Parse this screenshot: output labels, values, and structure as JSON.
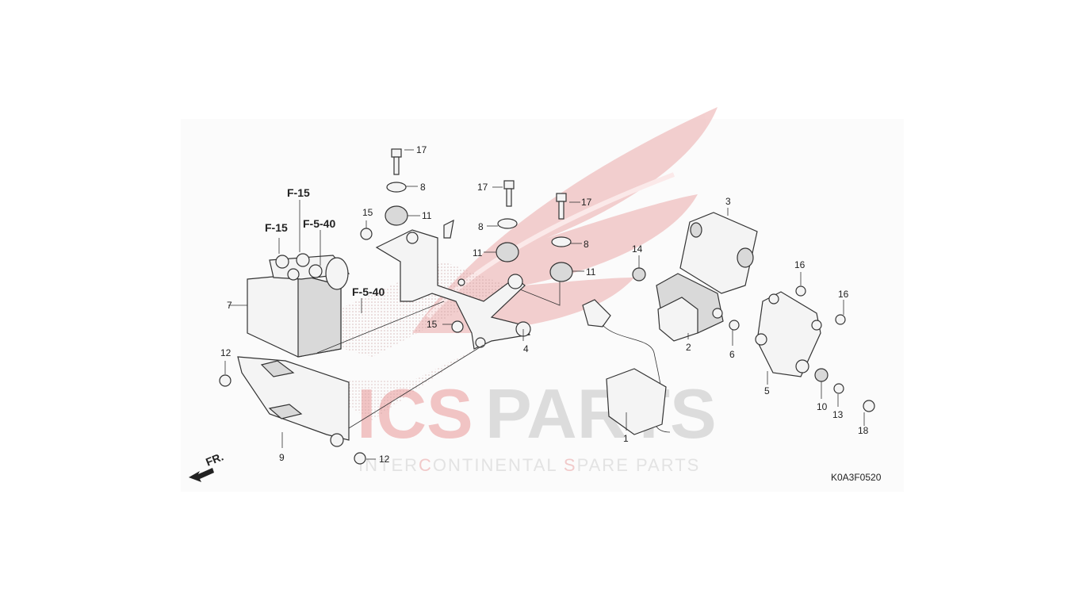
{
  "watermark": {
    "brand_red": "ICS",
    "brand_grey": "PARTS",
    "tagline_segments": [
      {
        "text": "INTER",
        "red": false
      },
      {
        "text": "C",
        "red": true
      },
      {
        "text": "ONTINENTAL ",
        "red": false
      },
      {
        "text": "S",
        "red": true
      },
      {
        "text": "PARE PARTS",
        "red": false
      }
    ],
    "colors": {
      "red": "#e35a5a",
      "grey": "#bdbdbd"
    }
  },
  "diagram_code": "K0A3F0520",
  "direction_label": "FR.",
  "reference_labels": [
    "F-15",
    "F-15",
    "F-5-40",
    "F-5-40"
  ],
  "callouts": [
    "1",
    "2",
    "3",
    "4",
    "5",
    "6",
    "7",
    "8",
    "8",
    "8",
    "9",
    "10",
    "11",
    "11",
    "11",
    "12",
    "12",
    "13",
    "14",
    "15",
    "15",
    "16",
    "16",
    "17",
    "17",
    "17",
    "18"
  ]
}
